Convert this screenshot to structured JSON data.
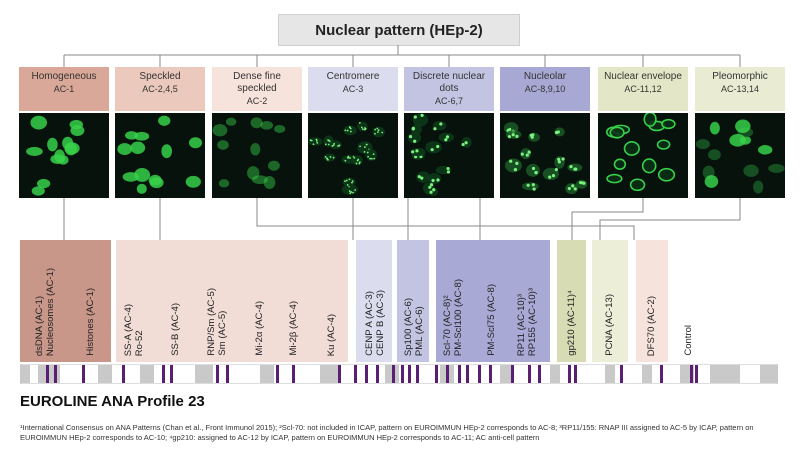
{
  "title": "Nuclear pattern (HEp-2)",
  "patterns": [
    {
      "name": "Homogeneous",
      "code": "AC-1",
      "color": "#d9a898"
    },
    {
      "name": "Speckled",
      "code": "AC-2,4,5",
      "color": "#ebc9bd"
    },
    {
      "name": "Dense fine speckled",
      "code": "AC-2",
      "color": "#f6e3dc"
    },
    {
      "name": "Centromere",
      "code": "AC-3",
      "color": "#dcdcef"
    },
    {
      "name": "Discrete nuclear dots",
      "code": "AC-6,7",
      "color": "#c3c4e2"
    },
    {
      "name": "Nucleolar",
      "code": "AC-8,9,10",
      "color": "#a8a8d4"
    },
    {
      "name": "Nuclear envelope",
      "code": "AC-11,12",
      "color": "#e4e7c7"
    },
    {
      "name": "Pleomorphic",
      "code": "AC-13,14",
      "color": "#e9ecd3"
    }
  ],
  "antigens": [
    {
      "lines": [
        "dsDNA (AC-1)",
        "Nucleosomes (AC-1)"
      ]
    },
    {
      "lines": [
        "Histones (AC-1)"
      ]
    },
    {
      "lines": [
        "SS-A (AC-4)",
        "Ro-52"
      ]
    },
    {
      "lines": [
        "SS-B (AC-4)"
      ]
    },
    {
      "lines": [
        "RNP/Sm (AC-5)",
        "Sm (AC-5)"
      ]
    },
    {
      "lines": [
        "Mi-2α (AC-4)"
      ]
    },
    {
      "lines": [
        "Mi-2β (AC-4)"
      ]
    },
    {
      "lines": [
        "Ku (AC-4)"
      ]
    },
    {
      "lines": [
        "CENP A (AC-3)",
        "CENP B (AC-3)"
      ]
    },
    {
      "lines": [
        "Sp100 (AC-6)",
        "PML (AC-6)"
      ]
    },
    {
      "lines": [
        "Scl-70 (AC-8)²",
        "PM-Scl100 (AC-8)"
      ]
    },
    {
      "lines": [
        "PM-Scl75 (AC-8)"
      ]
    },
    {
      "lines": [
        "RP11 (AC-10)³",
        "RP155 (AC-10)³"
      ]
    },
    {
      "lines": [
        "gp210 (AC-11)⁴"
      ]
    },
    {
      "lines": [
        "PCNA (AC-13)"
      ]
    },
    {
      "lines": [
        "DFS70 (AC-2)"
      ]
    },
    {
      "lines": [
        "Control"
      ]
    }
  ],
  "profile_name": "EUROLINE ANA Profile 23",
  "footnote": "¹International Consensus on ANA Patterns (Chan et al., Front Immunol 2015); ²Scl-70: not included in ICAP, pattern on EUROIMMUN HEp-2 corresponds to AC-8; ³RP11/155: RNAP III assigned to AC-5 by ICAP, pattern on EUROIMMUN HEp-2 corresponds to AC-10; ⁴gp210: assigned to AC-12 by ICAP, pattern on EUROIMMUN HEp-2 corresponds to AC-11; AC anti-cell pattern",
  "colors": {
    "strip_band": "#5a1f73",
    "strip_gray": "#c9c9c9",
    "line": "#888888",
    "cell_green": "#37d04a"
  }
}
